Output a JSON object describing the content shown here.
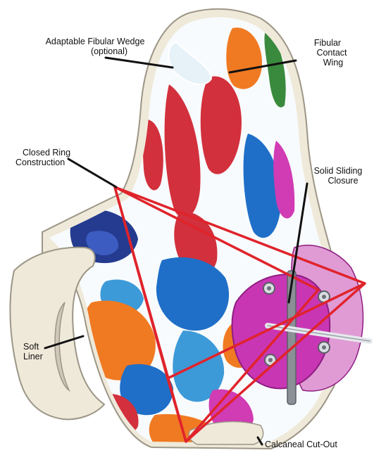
{
  "labels": {
    "fibular_wedge": [
      "Adaptable Fibular Wedge",
      "(optional)"
    ],
    "fibular_wing": [
      "Fibular",
      "Contact",
      "Wing"
    ],
    "closed_ring": [
      "Closed Ring",
      "Construction"
    ],
    "sliding_closure": [
      "Solid Sliding",
      "Closure"
    ],
    "soft_liner": [
      "Soft",
      "Liner"
    ],
    "calcaneal_cutout": [
      "Calcaneal Cut-Out"
    ]
  },
  "colors": {
    "ring": "#e0232b",
    "pointer": "#111111",
    "liner": "#efe9da",
    "liner_edge": "#9c9687",
    "shell_white": "#f8fbfd",
    "closure": "#c936b4",
    "closure_dark": "#8e1d80",
    "red": "#d2303c",
    "blue": "#1f6fc8",
    "navy": "#243b8f",
    "orange": "#f07a22",
    "green": "#3a8a3d",
    "magenta": "#d13bb4",
    "rivet": "#8a8f96"
  }
}
